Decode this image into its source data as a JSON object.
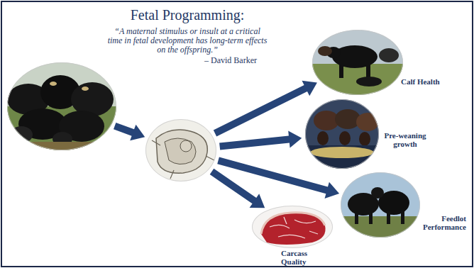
{
  "diagram": {
    "title": "Fetal Programming:",
    "nodes": [
      {
        "text": []
      },
      {
        "text": []
      },
      {
        "text": [
          "Calf Health"
        ]
      },
      {
        "text": [
          "Pre-weaning growth"
        ]
      },
      {
        "text": [
          "Feedlot Performance"
        ]
      },
      {
        "text": [
          "Carcass Quality"
        ]
      }
    ],
    "edges": [
      {
        "from": 0,
        "to": 1,
        "arrow": "to"
      },
      {
        "from": 1,
        "to": 2,
        "arrow": "to"
      },
      {
        "from": 1,
        "to": 3,
        "arrow": "to"
      },
      {
        "from": 1,
        "to": 4,
        "arrow": "to"
      },
      {
        "from": 1,
        "to": 5,
        "arrow": "to"
      }
    ],
    "labels": [
      "“A maternal stimulus or insult at a critical time in fetal development has long-term effects on the offspring.”",
      "– David Barker"
    ]
  }
}
